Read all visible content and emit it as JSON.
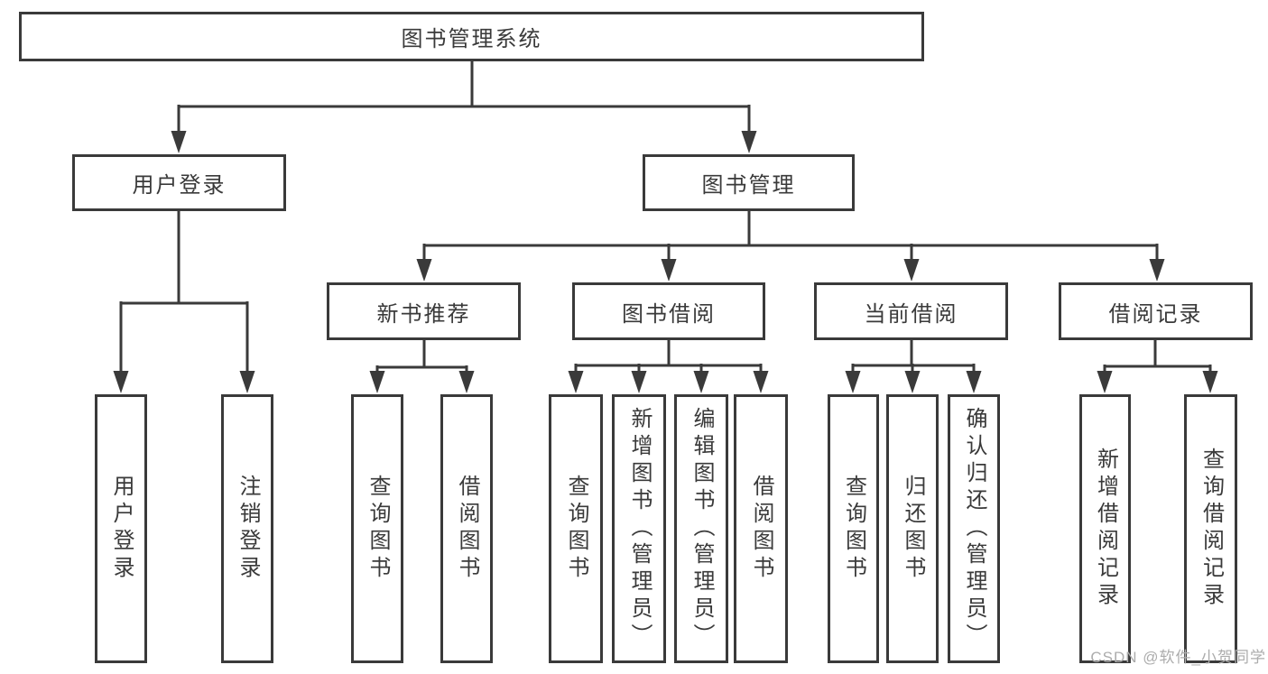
{
  "tree": {
    "root": {
      "label": "图书管理系统",
      "children": [
        {
          "label": "用户登录",
          "children": [
            {
              "label": "用户登录"
            },
            {
              "label": "注销登录"
            }
          ]
        },
        {
          "label": "图书管理",
          "children": [
            {
              "label": "新书推荐",
              "children": [
                {
                  "label": "查询图书"
                },
                {
                  "label": "借阅图书"
                }
              ]
            },
            {
              "label": "图书借阅",
              "children": [
                {
                  "label": "查询图书"
                },
                {
                  "label": "新增图书（管理员）"
                },
                {
                  "label": "编辑图书（管理员）"
                },
                {
                  "label": "借阅图书"
                }
              ]
            },
            {
              "label": "当前借阅",
              "children": [
                {
                  "label": "查询图书"
                },
                {
                  "label": "归还图书"
                },
                {
                  "label": "确认归还（管理员）"
                }
              ]
            },
            {
              "label": "借阅记录",
              "children": [
                {
                  "label": "新增借阅记录"
                },
                {
                  "label": "查询借阅记录"
                }
              ]
            }
          ]
        }
      ]
    }
  },
  "watermark": {
    "text": "CSDN @软件_小贺同学"
  },
  "colors": {
    "line": "#3a3a3a",
    "text": "#3a3a3a",
    "watermark": "#acacac",
    "background": "#ffffff"
  }
}
